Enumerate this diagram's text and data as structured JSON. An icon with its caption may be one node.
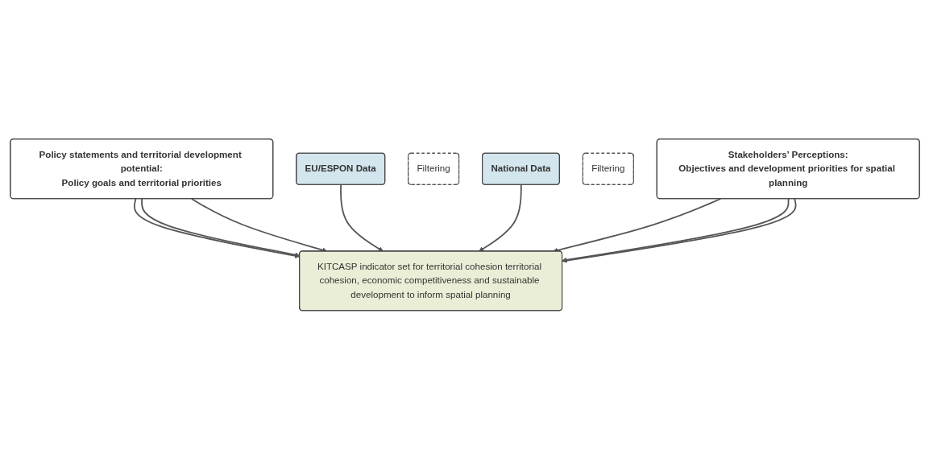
{
  "diagram": {
    "nodes": [
      {
        "text": [
          "Policy statements and territorial development potential:",
          "Policy goals and territorial priorities"
        ]
      },
      {
        "text": [
          "EU/ESPON Data"
        ]
      },
      {
        "text": [
          "Filtering"
        ]
      },
      {
        "text": [
          "KITCASP indicator set for territorial cohesion territorial cohesion, economic competitiveness and sustainable development to inform spatial planning"
        ]
      },
      {
        "text": [
          "National Data"
        ]
      },
      {
        "text": [
          "Filtering"
        ]
      },
      {
        "text": [
          "Stakeholders’ Perceptions:",
          "Objectives and development priorities for spatial planning"
        ]
      }
    ],
    "edges": [
      {
        "from": 0,
        "to": 3,
        "arrow": "to"
      },
      {
        "from": 0,
        "to": 3,
        "arrow": "to"
      },
      {
        "from": 0,
        "to": 3,
        "arrow": "to"
      },
      {
        "from": 1,
        "to": 3,
        "arrow": "to"
      },
      {
        "from": 4,
        "to": 3,
        "arrow": "to"
      },
      {
        "from": 6,
        "to": 3,
        "arrow": "to"
      },
      {
        "from": 6,
        "to": 3,
        "arrow": "to"
      },
      {
        "from": 6,
        "to": 3,
        "arrow": "to"
      }
    ]
  }
}
